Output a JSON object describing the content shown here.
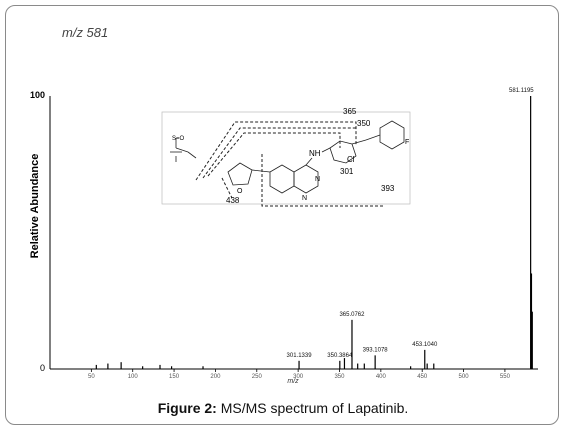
{
  "chart_data": {
    "type": "bar",
    "header_text": "m/z 581",
    "ylabel": "Relative Abundance",
    "xlabel": "m/z",
    "xlim": [
      0,
      590
    ],
    "ylim": [
      0,
      100
    ],
    "ytick_labels": [
      "0",
      "100"
    ],
    "xtick_labels": [
      "50",
      "100",
      "150",
      "200",
      "250",
      "300",
      "350",
      "400",
      "450",
      "500",
      "550"
    ],
    "xticks": [
      50,
      100,
      150,
      200,
      250,
      300,
      350,
      400,
      450,
      500,
      550
    ],
    "peaks": [
      {
        "mz": 56,
        "abundance": 1.5
      },
      {
        "mz": 70,
        "abundance": 2
      },
      {
        "mz": 86,
        "abundance": 2.5
      },
      {
        "mz": 112,
        "abundance": 1
      },
      {
        "mz": 133,
        "abundance": 1.5
      },
      {
        "mz": 147,
        "abundance": 1
      },
      {
        "mz": 185,
        "abundance": 1
      },
      {
        "mz": 301.1,
        "abundance": 3,
        "label": "301.1339"
      },
      {
        "mz": 350.4,
        "abundance": 3,
        "label": "350.3864"
      },
      {
        "mz": 356,
        "abundance": 4
      },
      {
        "mz": 365.1,
        "abundance": 18,
        "label": "365.0762"
      },
      {
        "mz": 372,
        "abundance": 2
      },
      {
        "mz": 380,
        "abundance": 2
      },
      {
        "mz": 393.1,
        "abundance": 5,
        "label": "393.1078"
      },
      {
        "mz": 436,
        "abundance": 1
      },
      {
        "mz": 453.1,
        "abundance": 7,
        "label": "453.1040"
      },
      {
        "mz": 456,
        "abundance": 2
      },
      {
        "mz": 464,
        "abundance": 2
      },
      {
        "mz": 581.1,
        "abundance": 100,
        "label": "581.1195"
      },
      {
        "mz": 582.1,
        "abundance": 35
      },
      {
        "mz": 583.1,
        "abundance": 21
      }
    ]
  },
  "structure": {
    "fragment_labels": [
      "365",
      "350",
      "301",
      "393",
      "438"
    ],
    "atom_labels": [
      "NH",
      "Cl",
      "O",
      "F",
      "N",
      "N",
      "O"
    ]
  },
  "caption": {
    "prefix": "Figure 2:",
    "text": " MS/MS spectrum of Lapatinib."
  }
}
